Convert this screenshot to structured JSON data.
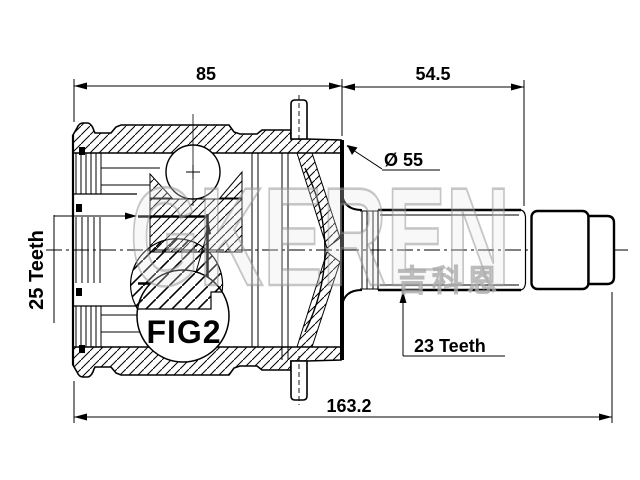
{
  "drawing": {
    "dimensions": {
      "top_left": "85",
      "top_right": "54.5",
      "bottom_overall": "163.2",
      "flange_diameter": "Ø 55"
    },
    "labels": {
      "left_spline": "25 Teeth",
      "right_spline": "23 Teeth",
      "detail_figure": "FIG2"
    },
    "watermark": {
      "latin": "GKEREN",
      "cjk": "吉科恩"
    },
    "colors": {
      "line": "#000000",
      "background": "#ffffff",
      "watermark": "#9a9a9a"
    }
  }
}
